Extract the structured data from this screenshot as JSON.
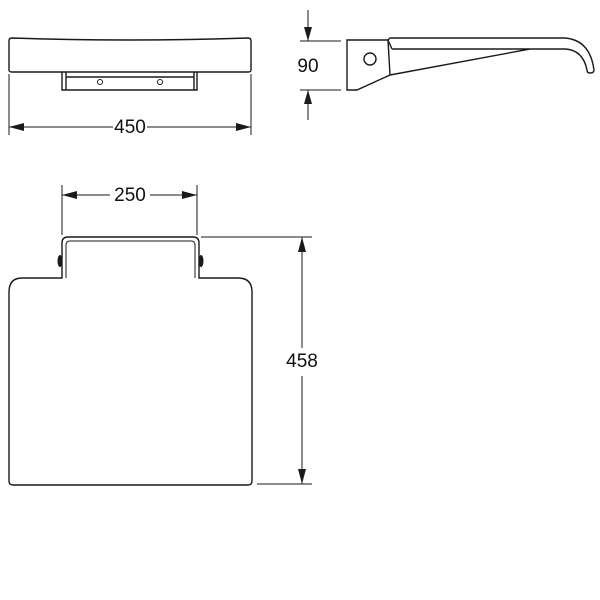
{
  "dimensions": {
    "width_front": "450",
    "height_side": "90",
    "bracket_width": "250",
    "depth_plan": "458"
  },
  "colors": {
    "line": "#1a1a1a",
    "background": "#ffffff"
  }
}
